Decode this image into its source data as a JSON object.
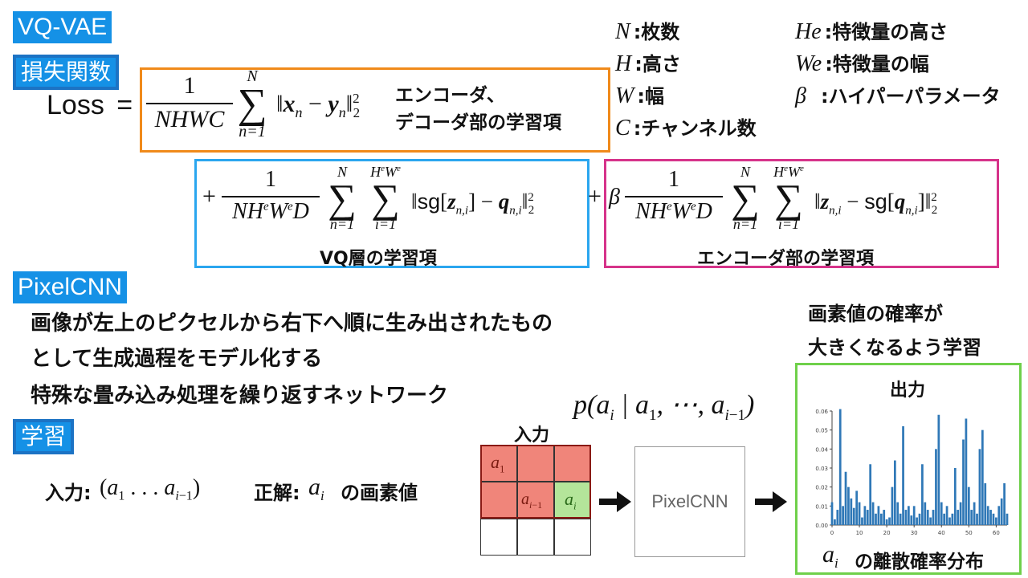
{
  "sections": {
    "vqvae": "VQ-VAE",
    "loss": "損失関数",
    "pixelcnn": "PixelCNN",
    "training": "学習"
  },
  "formula": {
    "loss_label": "Loss",
    "equals": "=",
    "term1": {
      "numerator": "1",
      "denominator": "NHWC",
      "sum_upper": "N",
      "sum_lower": "n=1",
      "body": "‖x",
      "note_line1": "エンコーダ、",
      "note_line2": "デコーダ部の学習項"
    },
    "term2": {
      "plus": "+",
      "numerator": "1",
      "denominator": "NHeWeD",
      "sum1_upper": "N",
      "sum1_lower": "n=1",
      "sum2_upper": "HeWe",
      "sum2_lower": "i=1",
      "label": "VQ層の学習項"
    },
    "term3": {
      "plus": "+",
      "beta": "β",
      "numerator": "1",
      "denominator": "NHeWeD",
      "sum1_upper": "N",
      "sum1_lower": "n=1",
      "sum2_upper": "HeWe",
      "sum2_lower": "i=1",
      "label": "エンコーダ部の学習項"
    }
  },
  "legend": [
    {
      "symbol": "N",
      "sep": ":",
      "text": "枚数"
    },
    {
      "symbol": "H",
      "sep": ":",
      "text": "高さ"
    },
    {
      "symbol": "W",
      "sep": ":",
      "text": "幅"
    },
    {
      "symbol": "C",
      "sep": ":",
      "text": "チャンネル数"
    },
    {
      "symbol": "He",
      "sep": ":",
      "text": "特徴量の高さ"
    },
    {
      "symbol": "We",
      "sep": ":",
      "text": "特徴量の幅"
    },
    {
      "symbol": "β",
      "sep": ":",
      "text": "ハイパーパラメータ"
    }
  ],
  "pixelcnn_text": [
    "画像が左上のピクセルから右下へ順に生み出されたもの",
    "として生成過程をモデル化する",
    "特殊な畳み込み処理を繰り返すネットワーク"
  ],
  "training": {
    "input_label": "入力:",
    "answer_label": "正解:",
    "answer_suffix": "の画素値"
  },
  "diagram": {
    "conditional": "p(ai | a1, ⋯, ai−1)",
    "input_title": "入力",
    "cell_a1": "a1",
    "cell_ai1": "ai−1",
    "cell_ai": "ai",
    "model_label": "PixelCNN",
    "prob_note_line1": "画素値の確率が",
    "prob_note_line2": "大きくなるよう学習",
    "output_title": "出力",
    "output_caption": "の離散確率分布"
  },
  "colors": {
    "tag_bg": "#1591e6",
    "orange": "#f08a1a",
    "blue": "#2aa6ef",
    "magenta": "#d6338a",
    "green": "#6fd04a",
    "cell_red": "#f0857a",
    "cell_green": "#b4e59a",
    "bar": "#2f78b7"
  },
  "chart_data": {
    "type": "bar",
    "title": "出力",
    "xlabel": "",
    "ylabel": "",
    "xlim": [
      0,
      64
    ],
    "ylim": [
      0,
      0.06
    ],
    "xticks": [
      0,
      10,
      20,
      30,
      40,
      50,
      60
    ],
    "yticks": [
      0.0,
      0.01,
      0.02,
      0.03,
      0.04,
      0.05,
      0.06
    ],
    "values": [
      0.012,
      0.003,
      0.008,
      0.061,
      0.01,
      0.028,
      0.02,
      0.014,
      0.009,
      0.018,
      0.012,
      0.004,
      0.01,
      0.008,
      0.032,
      0.012,
      0.006,
      0.01,
      0.006,
      0.008,
      0.003,
      0.004,
      0.02,
      0.034,
      0.012,
      0.006,
      0.052,
      0.008,
      0.01,
      0.005,
      0.01,
      0.004,
      0.006,
      0.032,
      0.012,
      0.008,
      0.004,
      0.008,
      0.04,
      0.058,
      0.012,
      0.006,
      0.01,
      0.004,
      0.006,
      0.03,
      0.008,
      0.012,
      0.045,
      0.056,
      0.02,
      0.008,
      0.012,
      0.006,
      0.04,
      0.05,
      0.022,
      0.01,
      0.008,
      0.006,
      0.004,
      0.01,
      0.014,
      0.022,
      0.006
    ]
  }
}
